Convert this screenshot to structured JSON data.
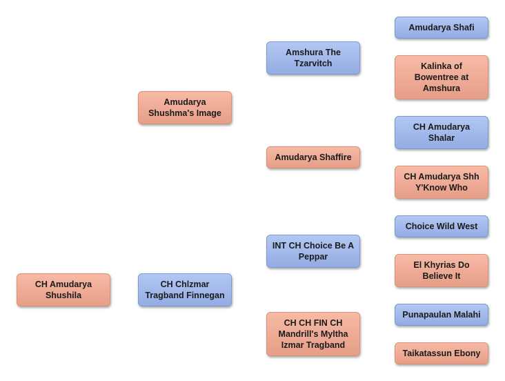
{
  "colors": {
    "dam": "#f1ad96",
    "sire": "#a3b9ea"
  },
  "pedigree": {
    "subject": "CH Amudarya Shushila",
    "generation1": [
      "Amudarya Shushma's Image",
      "CH Chlzmar Tragband Finnegan"
    ],
    "generation2": [
      "Amshura The Tzarvitch",
      "Amudarya Shaffire",
      "INT CH  Choice Be A Peppar",
      "CH CH FIN CH Mandrill's Myltha Izmar Tragband"
    ],
    "generation3": [
      "Amudarya Shafi",
      "Kalinka of Bowentree at Amshura",
      "CH Amudarya Shalar",
      "CH Amudarya Shh Y'Know Who",
      "Choice Wild West",
      "El Khyrias  Do Believe It",
      "Punapaulan Malahi",
      "Taikatassun Ebony"
    ]
  }
}
